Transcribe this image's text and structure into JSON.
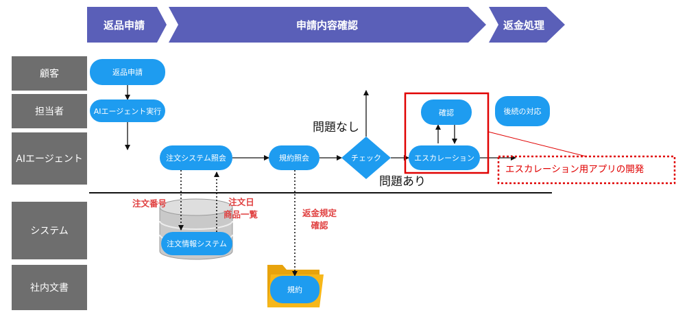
{
  "phases": [
    {
      "label": "返品申請"
    },
    {
      "label": "申請内容確認"
    },
    {
      "label": "返金処理"
    }
  ],
  "lanes": [
    "顧客",
    "担当者",
    "AIエージェント",
    "システム",
    "社内文書"
  ],
  "nodes": {
    "return_request": "返品申請",
    "ai_agent_run": "AIエージェント実行",
    "order_system_query": "注文システム照会",
    "policy_check": "規約照会",
    "check": "チェック",
    "escalation": "エスカレーション",
    "confirm": "確認",
    "follow_up": "後続の対応",
    "order_info_system": "注文情報システム",
    "policy_doc": "規約"
  },
  "labels": {
    "order_number": "注文番号",
    "order_date": "注文日",
    "product_list": "商品一覧",
    "refund_rule": "返金規定",
    "refund_rule_confirm": "確認",
    "no_problem": "問題なし",
    "problem": "問題あり",
    "callout": "エスカレーション用アプリの開発"
  },
  "colors": {
    "phase": "#5a5fb8",
    "lane": "#6e6e6e",
    "node": "#1e9cf0",
    "highlight": "#e00000",
    "label_red": "#e04040"
  }
}
